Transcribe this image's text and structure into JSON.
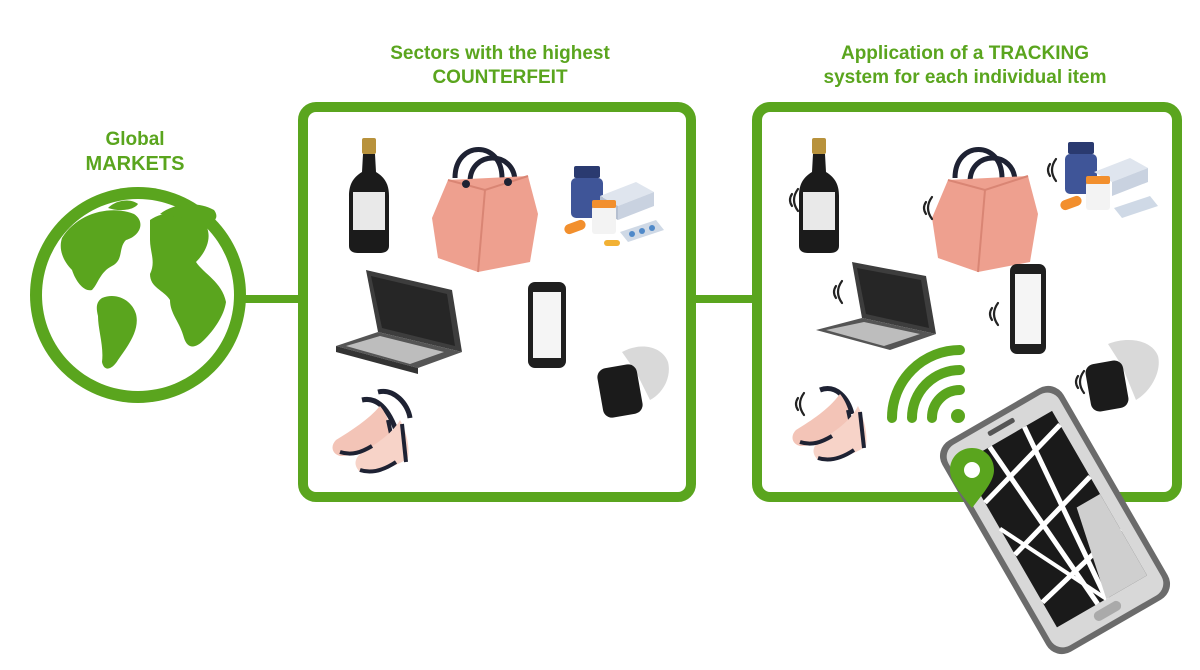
{
  "colors": {
    "accent": "#5aa51e",
    "dark": "#1e1e1e",
    "bag": "#eea08f"
  },
  "global": {
    "line1": "Global",
    "line2": "MARKETS"
  },
  "sectors": {
    "line1": "Sectors with the highest",
    "line2": "COUNTERFEIT"
  },
  "tracking": {
    "line1_prefix": "Application of a ",
    "line1_strong": "TRACKING",
    "line2": "system for each individual item"
  },
  "icons": {
    "globe": "globe-icon",
    "wine": "wine-bottle-icon",
    "bag": "handbag-icon",
    "medicine": "medicine-icon",
    "laptop": "laptop-icon",
    "phone": "smartphone-icon",
    "watch": "smartwatch-icon",
    "shoes": "high-heels-icon",
    "signal": "signal-waves-icon",
    "wifi": "wifi-icon",
    "tracker": "tracking-phone-icon",
    "pin": "location-pin-icon"
  }
}
